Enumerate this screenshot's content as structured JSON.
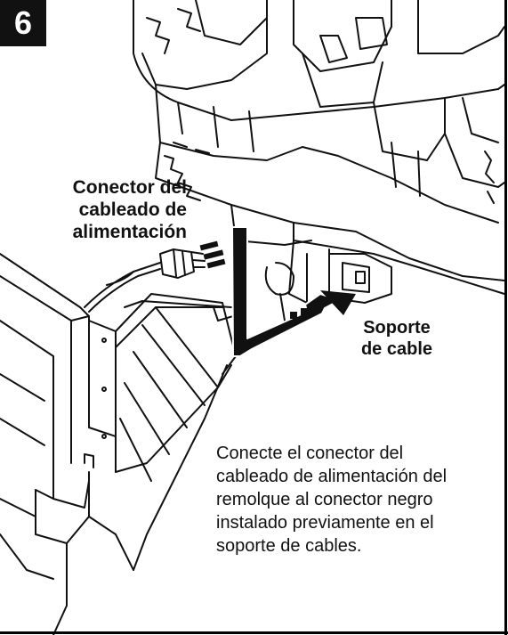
{
  "step": {
    "number": "6"
  },
  "callouts": {
    "connector": [
      "Conector del",
      "cableado de",
      "alimentación"
    ],
    "support": [
      "Soporte",
      "de cable"
    ]
  },
  "instruction": [
    "Conecte el conector del",
    "cableado de alimentación del",
    "remolque al conector negro",
    "instalado previamente en el",
    "soporte de cables."
  ],
  "colors": {
    "ink": "#111111",
    "badge": "#111111",
    "paper": "#ffffff"
  }
}
